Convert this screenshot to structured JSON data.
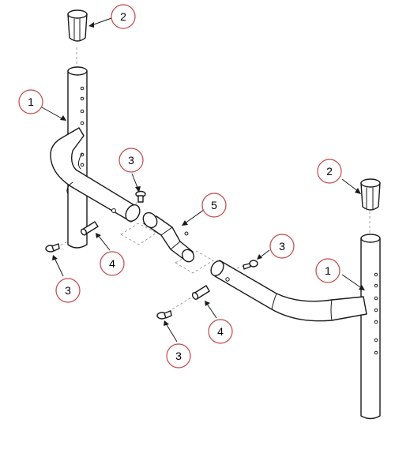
{
  "diagram": {
    "callouts": [
      {
        "id": "c2-top-left",
        "label": "2"
      },
      {
        "id": "c1-left",
        "label": "1"
      },
      {
        "id": "c3-upper-mid",
        "label": "3"
      },
      {
        "id": "c2-right",
        "label": "2"
      },
      {
        "id": "c5",
        "label": "5"
      },
      {
        "id": "c3-right-mid",
        "label": "3"
      },
      {
        "id": "c1-right",
        "label": "1"
      },
      {
        "id": "c4-left",
        "label": "4"
      },
      {
        "id": "c3-left",
        "label": "3"
      },
      {
        "id": "c3-bottom",
        "label": "3"
      },
      {
        "id": "c4-bottom",
        "label": "4"
      }
    ]
  }
}
